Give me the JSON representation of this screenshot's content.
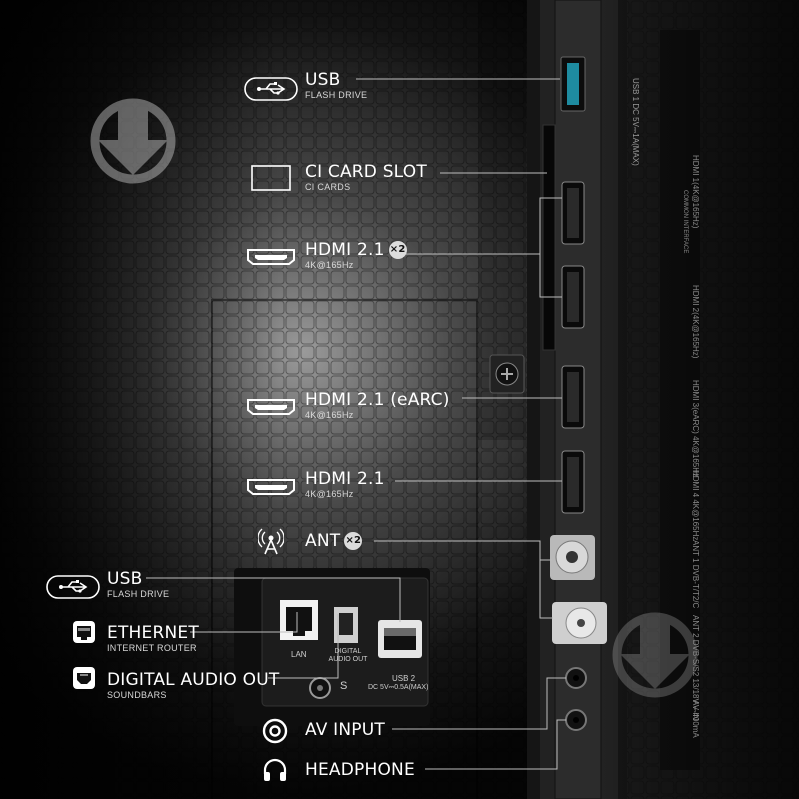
{
  "labels": {
    "usb_top": {
      "title": "USB",
      "sub": "FLASH DRIVE"
    },
    "ci": {
      "title": "CI CARD SLOT",
      "sub": "CI CARDS"
    },
    "hdmi1": {
      "title": "HDMI 2.1",
      "badge": "×2",
      "sub": "4K@165Hz"
    },
    "hdmi_earc": {
      "title": "HDMI 2.1 (eARC)",
      "sub": "4K@165Hz"
    },
    "hdmi4": {
      "title": "HDMI 2.1",
      "sub": "4K@165Hz"
    },
    "ant": {
      "title": "ANT",
      "badge": "×2"
    },
    "usb_bottom": {
      "title": "USB",
      "sub": "FLASH DRIVE"
    },
    "ethernet": {
      "title": "ETHERNET",
      "sub": "INTERNET ROUTER"
    },
    "digital": {
      "title": "DIGITAL AUDIO OUT",
      "sub": "SOUNDBARS"
    },
    "av": {
      "title": "AV INPUT"
    },
    "headphone": {
      "title": "HEADPHONE"
    }
  },
  "panel_labels": {
    "lan": "LAN",
    "digital_audio_out": "DIGITAL AUDIO OUT",
    "usb2": "USB 2",
    "usb2_spec": "DC 5V⎓0.5A(MAX)",
    "s_mark": "S"
  },
  "side_print": {
    "usb1": "USB 1",
    "usb1_spec": "DC 5V⎓1A(MAX)",
    "common_interface": "COMMON INTERFACE",
    "hdmi1": "HDMI 1(4K@165Hz)",
    "hdmi2": "HDMI 2(4K@165Hz)",
    "hdmi3": "HDMI 3(eARC) 4K@165Hz",
    "hdmi4": "HDMI 4 4K@165Hz",
    "ant1": "ANT 1 DVB-T/T2/C",
    "ant2": "ANT 2 DVB-S/S2",
    "ant2_spec": "13/18V ⎓400mA",
    "av_in": "AV IN"
  },
  "colors": {
    "background": "#050505",
    "panel": "#1c1c1c",
    "accent_usb": "#1e8ba0",
    "line": "#bdbdbd",
    "text": "#ffffff"
  },
  "icons": [
    "usb-icon",
    "ci-card-icon",
    "hdmi-icon",
    "antenna-icon",
    "ethernet-icon",
    "optical-icon",
    "av-icon",
    "headphone-icon",
    "download-watermark-icon"
  ]
}
